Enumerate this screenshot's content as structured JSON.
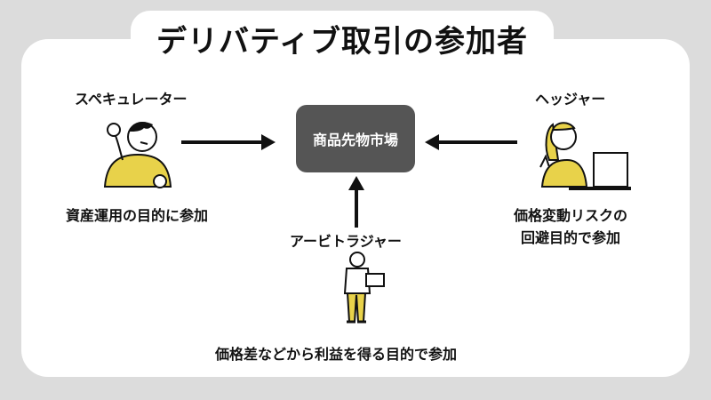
{
  "title": "デリバティブ取引の参加者",
  "market": {
    "label": "商品先物市場"
  },
  "participants": {
    "speculator": {
      "name": "スペキュレーター",
      "purpose": "資産運用の目的に参加"
    },
    "hedger": {
      "name": "ヘッジャー",
      "purpose_line1": "価格変動リスクの",
      "purpose_line2": "回避目的で参加"
    },
    "arbitrager": {
      "name": "アービトラジャー",
      "purpose": "価格差などから利益を得る目的で参加"
    }
  },
  "colors": {
    "background": "#dcdcdc",
    "card": "#ffffff",
    "market_box": "#555555",
    "accent_yellow": "#e8d24a",
    "arrow": "#111111"
  }
}
